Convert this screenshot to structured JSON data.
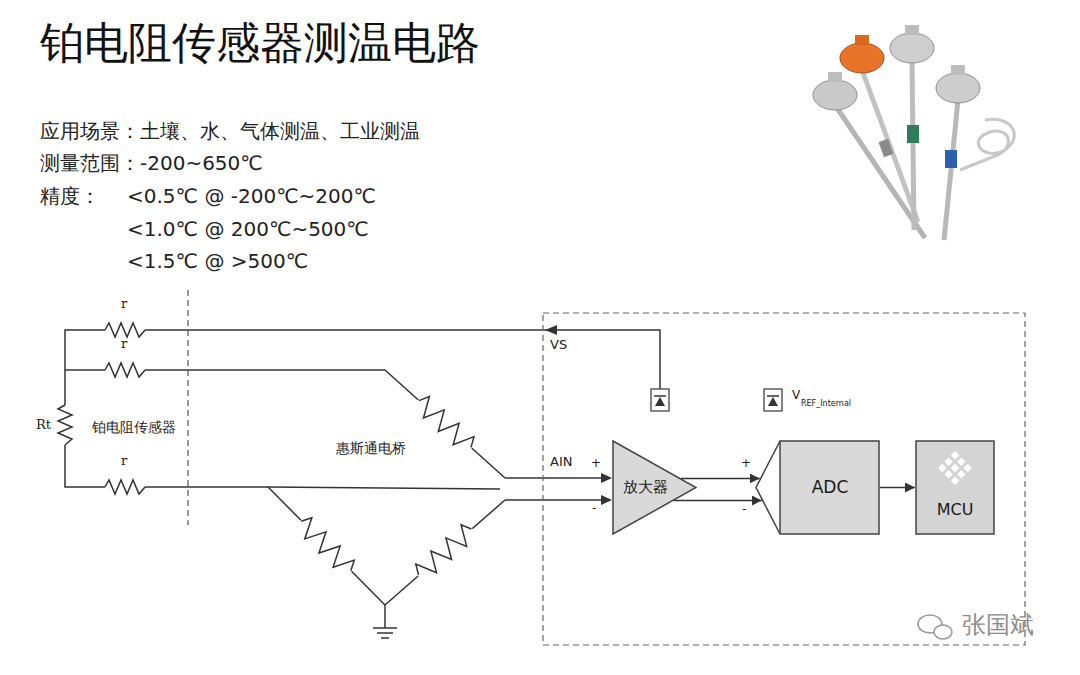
{
  "diagram": {
    "title": "铂电阻传感器测温电路",
    "nodes": [
      {
        "text": [
          "放大器"
        ]
      },
      {
        "text": [
          "ADC"
        ]
      },
      {
        "text": [
          "MCU"
        ]
      }
    ],
    "edges": [
      {
        "from": 0,
        "to": 1,
        "arrow": "to"
      },
      {
        "from": 0,
        "to": 1,
        "arrow": "to"
      },
      {
        "from": 1,
        "to": 2,
        "arrow": "to"
      }
    ],
    "labels": [
      "应用场景：土壤、水、气体测温、工业测温",
      "测量范围：-200~650℃",
      "精度：",
      "<0.5℃ @ -200℃~200℃",
      "<1.0℃ @ 200℃~500℃",
      "<1.5℃ @ >500℃",
      "r",
      "r",
      "r",
      "Rt",
      "铂电阻传感器",
      "惠斯通电桥",
      "VS",
      "AIN",
      "+",
      "-",
      "+",
      "-",
      "V",
      "REF_Internal",
      "张国斌"
    ]
  }
}
